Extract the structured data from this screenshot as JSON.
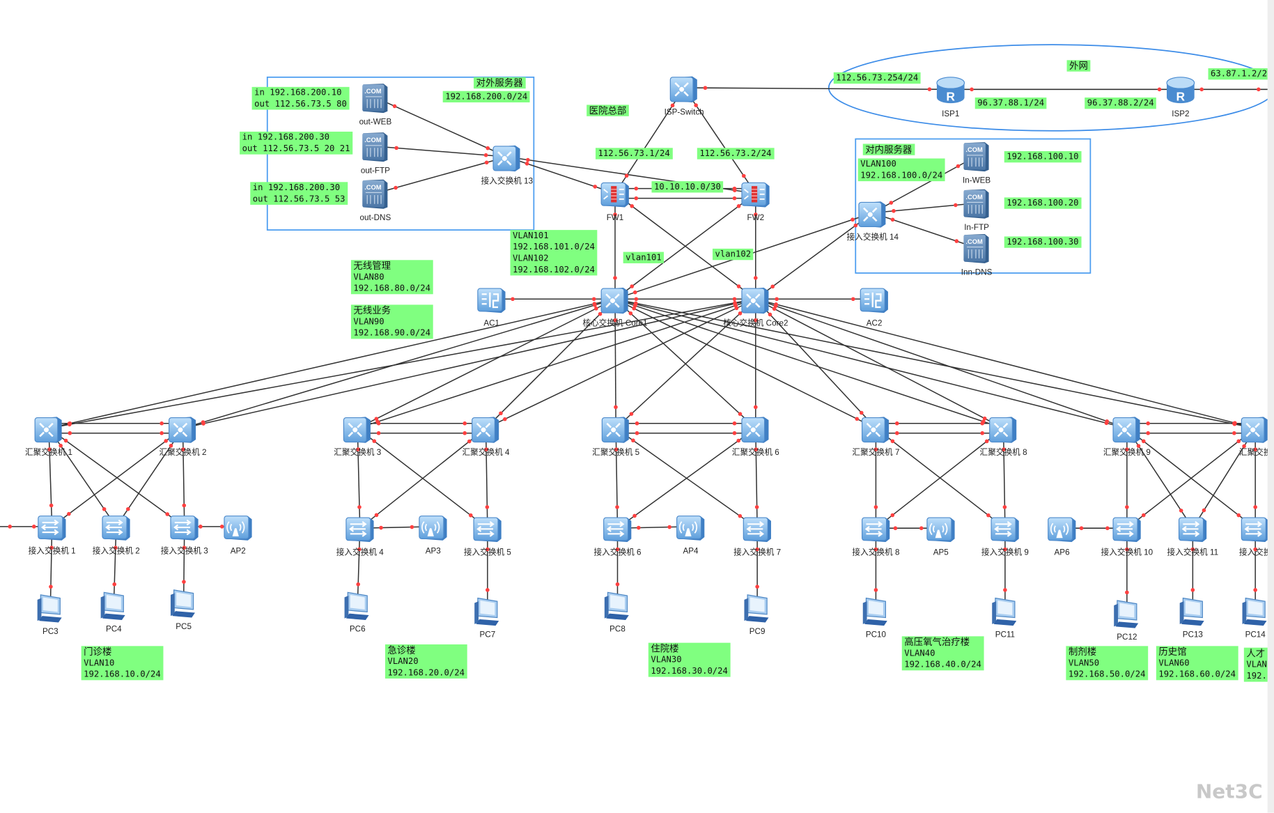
{
  "watermark": "Net3C",
  "colors": {
    "note_bg": "#80ff80",
    "frame": "#4a9cf0",
    "link": "#333333",
    "port_dot": "#ff4040",
    "device": "#5b9bd5"
  },
  "nodes": [
    {
      "id": "ispsw",
      "label": "ISP-Switch",
      "type": "switch-l3"
    },
    {
      "id": "isp1",
      "label": "ISP1",
      "type": "router"
    },
    {
      "id": "isp2",
      "label": "ISP2",
      "type": "router"
    },
    {
      "id": "fw1",
      "label": "FW1",
      "type": "firewall"
    },
    {
      "id": "fw2",
      "label": "FW2",
      "type": "firewall"
    },
    {
      "id": "core1",
      "label": "核心交换机 Core1",
      "type": "switch-l3"
    },
    {
      "id": "core2",
      "label": "核心交换机 Core2",
      "type": "switch-l3"
    },
    {
      "id": "ac1",
      "label": "AC1",
      "type": "ac"
    },
    {
      "id": "ac2",
      "label": "AC2",
      "type": "ac"
    },
    {
      "id": "sw13",
      "label": "接入交换机 13",
      "type": "switch-l3"
    },
    {
      "id": "outweb",
      "label": "out-WEB",
      "type": "server"
    },
    {
      "id": "outftp",
      "label": "out-FTP",
      "type": "server"
    },
    {
      "id": "outdns",
      "label": "out-DNS",
      "type": "server"
    },
    {
      "id": "sw14",
      "label": "接入交换机 14",
      "type": "switch-l3"
    },
    {
      "id": "inweb",
      "label": "In-WEB",
      "type": "server"
    },
    {
      "id": "inftp",
      "label": "In-FTP",
      "type": "server"
    },
    {
      "id": "indns",
      "label": "Inn-DNS",
      "type": "server"
    },
    {
      "id": "agg1",
      "label": "汇聚交换机 1",
      "type": "switch-l3"
    },
    {
      "id": "agg2",
      "label": "汇聚交换机 2",
      "type": "switch-l3"
    },
    {
      "id": "agg3",
      "label": "汇聚交换机 3",
      "type": "switch-l3"
    },
    {
      "id": "agg4",
      "label": "汇聚交换机 4",
      "type": "switch-l3"
    },
    {
      "id": "agg5",
      "label": "汇聚交换机 5",
      "type": "switch-l3"
    },
    {
      "id": "agg6",
      "label": "汇聚交换机 6",
      "type": "switch-l3"
    },
    {
      "id": "agg7",
      "label": "汇聚交换机 7",
      "type": "switch-l3"
    },
    {
      "id": "agg8",
      "label": "汇聚交换机 8",
      "type": "switch-l3"
    },
    {
      "id": "agg9",
      "label": "汇聚交换机 9",
      "type": "switch-l3"
    },
    {
      "id": "agg10",
      "label": "汇聚交换",
      "type": "switch-l3"
    },
    {
      "id": "acc1",
      "label": "接入交换机 1",
      "type": "switch-l2"
    },
    {
      "id": "acc2",
      "label": "接入交换机 2",
      "type": "switch-l2"
    },
    {
      "id": "acc3",
      "label": "接入交换机 3",
      "type": "switch-l2"
    },
    {
      "id": "acc4",
      "label": "接入交换机 4",
      "type": "switch-l2"
    },
    {
      "id": "acc5",
      "label": "接入交换机 5",
      "type": "switch-l2"
    },
    {
      "id": "acc6",
      "label": "接入交换机 6",
      "type": "switch-l2"
    },
    {
      "id": "acc7",
      "label": "接入交换机 7",
      "type": "switch-l2"
    },
    {
      "id": "acc8",
      "label": "接入交换机 8",
      "type": "switch-l2"
    },
    {
      "id": "acc9",
      "label": "接入交换机 9",
      "type": "switch-l2"
    },
    {
      "id": "acc10",
      "label": "接入交换机 10",
      "type": "switch-l2"
    },
    {
      "id": "acc11",
      "label": "接入交换机 11",
      "type": "switch-l2"
    },
    {
      "id": "acc12",
      "label": "接入交换",
      "type": "switch-l2"
    },
    {
      "id": "ap2",
      "label": "AP2",
      "type": "ap"
    },
    {
      "id": "ap3",
      "label": "AP3",
      "type": "ap"
    },
    {
      "id": "ap4",
      "label": "AP4",
      "type": "ap"
    },
    {
      "id": "ap5",
      "label": "AP5",
      "type": "ap"
    },
    {
      "id": "ap6",
      "label": "AP6",
      "type": "ap"
    },
    {
      "id": "pc3",
      "label": "PC3",
      "type": "pc"
    },
    {
      "id": "pc4",
      "label": "PC4",
      "type": "pc"
    },
    {
      "id": "pc5",
      "label": "PC5",
      "type": "pc"
    },
    {
      "id": "pc6",
      "label": "PC6",
      "type": "pc"
    },
    {
      "id": "pc7",
      "label": "PC7",
      "type": "pc"
    },
    {
      "id": "pc8",
      "label": "PC8",
      "type": "pc"
    },
    {
      "id": "pc9",
      "label": "PC9",
      "type": "pc"
    },
    {
      "id": "pc10",
      "label": "PC10",
      "type": "pc"
    },
    {
      "id": "pc11",
      "label": "PC11",
      "type": "pc"
    },
    {
      "id": "pc12",
      "label": "PC12",
      "type": "pc"
    },
    {
      "id": "pc13",
      "label": "PC13",
      "type": "pc"
    },
    {
      "id": "pc14",
      "label": "PC14",
      "type": "pc"
    }
  ],
  "links": [
    [
      "ispsw",
      "isp1"
    ],
    [
      "isp1",
      "isp2"
    ],
    [
      "isp2",
      "edge_r"
    ],
    [
      "ispsw",
      "fw1"
    ],
    [
      "ispsw",
      "fw2"
    ],
    [
      "fw1",
      "fw2"
    ],
    [
      "sw13",
      "fw1"
    ],
    [
      "sw13",
      "fw2"
    ],
    [
      "fw1",
      "core1"
    ],
    [
      "fw1",
      "core2"
    ],
    [
      "fw2",
      "core1"
    ],
    [
      "fw2",
      "core2"
    ],
    [
      "core1",
      "core2"
    ],
    [
      "ac1",
      "core1"
    ],
    [
      "ac2",
      "core2"
    ],
    [
      "sw14",
      "core1"
    ],
    [
      "sw14",
      "core2"
    ],
    [
      "sw14",
      "inweb"
    ],
    [
      "sw14",
      "inftp"
    ],
    [
      "sw14",
      "indns"
    ],
    [
      "sw13",
      "outweb"
    ],
    [
      "sw13",
      "outftp"
    ],
    [
      "sw13",
      "outdns"
    ],
    [
      "core1",
      "agg1"
    ],
    [
      "core1",
      "agg2"
    ],
    [
      "core1",
      "agg3"
    ],
    [
      "core1",
      "agg4"
    ],
    [
      "core1",
      "agg5"
    ],
    [
      "core1",
      "agg6"
    ],
    [
      "core1",
      "agg7"
    ],
    [
      "core1",
      "agg8"
    ],
    [
      "core1",
      "agg9"
    ],
    [
      "core1",
      "agg10"
    ],
    [
      "core2",
      "agg1"
    ],
    [
      "core2",
      "agg2"
    ],
    [
      "core2",
      "agg3"
    ],
    [
      "core2",
      "agg4"
    ],
    [
      "core2",
      "agg5"
    ],
    [
      "core2",
      "agg6"
    ],
    [
      "core2",
      "agg7"
    ],
    [
      "core2",
      "agg8"
    ],
    [
      "core2",
      "agg9"
    ],
    [
      "core2",
      "agg10"
    ],
    [
      "agg1",
      "agg2"
    ],
    [
      "agg3",
      "agg4"
    ],
    [
      "agg5",
      "agg6"
    ],
    [
      "agg7",
      "agg8"
    ],
    [
      "agg9",
      "agg10"
    ],
    [
      "agg1",
      "acc1"
    ],
    [
      "agg1",
      "acc2"
    ],
    [
      "agg1",
      "acc3"
    ],
    [
      "agg2",
      "acc1"
    ],
    [
      "agg2",
      "acc2"
    ],
    [
      "agg2",
      "acc3"
    ],
    [
      "agg3",
      "acc4"
    ],
    [
      "agg3",
      "acc5"
    ],
    [
      "agg4",
      "acc4"
    ],
    [
      "agg4",
      "acc5"
    ],
    [
      "agg5",
      "acc6"
    ],
    [
      "agg5",
      "acc7"
    ],
    [
      "agg6",
      "acc6"
    ],
    [
      "agg6",
      "acc7"
    ],
    [
      "agg7",
      "acc8"
    ],
    [
      "agg7",
      "acc9"
    ],
    [
      "agg8",
      "acc8"
    ],
    [
      "agg8",
      "acc9"
    ],
    [
      "agg9",
      "acc10"
    ],
    [
      "agg9",
      "acc11"
    ],
    [
      "agg9",
      "acc12"
    ],
    [
      "agg10",
      "acc10"
    ],
    [
      "agg10",
      "acc11"
    ],
    [
      "agg10",
      "acc12"
    ],
    [
      "acc1",
      "edge_l"
    ],
    [
      "ap2",
      "acc3"
    ],
    [
      "ap3",
      "acc4"
    ],
    [
      "ap4",
      "acc6"
    ],
    [
      "ap5",
      "acc8"
    ],
    [
      "ap6",
      "acc10"
    ],
    [
      "acc1",
      "pc3"
    ],
    [
      "acc2",
      "pc4"
    ],
    [
      "acc3",
      "pc5"
    ],
    [
      "acc4",
      "pc6"
    ],
    [
      "acc5",
      "pc7"
    ],
    [
      "acc6",
      "pc8"
    ],
    [
      "acc7",
      "pc9"
    ],
    [
      "acc8",
      "pc10"
    ],
    [
      "acc9",
      "pc11"
    ],
    [
      "acc10",
      "pc12"
    ],
    [
      "acc11",
      "pc13"
    ],
    [
      "acc12",
      "pc14"
    ]
  ],
  "notes": [
    {
      "id": "out_web",
      "lines": [
        "in 192.168.200.10",
        "out 112.56.73.5 80"
      ]
    },
    {
      "id": "out_ftp",
      "lines": [
        "in 192.168.200.30",
        "out 112.56.73.5 20 21"
      ]
    },
    {
      "id": "out_dns",
      "lines": [
        "in 192.168.200.30",
        "out 112.56.73.5 53"
      ]
    },
    {
      "id": "outsrv_title",
      "lines": [
        "对外服务器"
      ]
    },
    {
      "id": "outsrv_net",
      "lines": [
        "192.168.200.0/24"
      ]
    },
    {
      "id": "hq",
      "lines": [
        "医院总部"
      ]
    },
    {
      "id": "fw1_ip",
      "lines": [
        "112.56.73.1/24"
      ]
    },
    {
      "id": "fw2_ip",
      "lines": [
        "112.56.73.2/24"
      ]
    },
    {
      "id": "fw_link",
      "lines": [
        "10.10.10.0/30"
      ]
    },
    {
      "id": "ispsw_ip",
      "lines": [
        "112.56.73.254/24"
      ]
    },
    {
      "id": "ext_net",
      "lines": [
        "外网"
      ]
    },
    {
      "id": "isp1_ip",
      "lines": [
        "96.37.88.1/24"
      ]
    },
    {
      "id": "isp2_ip",
      "lines": [
        "96.37.88.2/24"
      ]
    },
    {
      "id": "isp2_ip_r",
      "lines": [
        "63.87.1.2/2"
      ]
    },
    {
      "id": "insrv_title",
      "lines": [
        "对内服务器"
      ]
    },
    {
      "id": "insrv_net",
      "lines": [
        "VLAN100",
        "192.168.100.0/24"
      ]
    },
    {
      "id": "in_web",
      "lines": [
        "192.168.100.10"
      ]
    },
    {
      "id": "in_ftp",
      "lines": [
        "192.168.100.20"
      ]
    },
    {
      "id": "in_dns",
      "lines": [
        "192.168.100.30"
      ]
    },
    {
      "id": "vlan101_102",
      "lines": [
        "VLAN101",
        "192.168.101.0/24",
        "VLAN102",
        "192.168.102.0/24"
      ]
    },
    {
      "id": "vlan101",
      "lines": [
        "vlan101"
      ]
    },
    {
      "id": "vlan102",
      "lines": [
        "vlan102"
      ]
    },
    {
      "id": "wlan_mgmt",
      "lines": [
        "无线管理",
        "VLAN80",
        "192.168.80.0/24"
      ]
    },
    {
      "id": "wlan_biz",
      "lines": [
        "无线业务",
        "VLAN90",
        "192.168.90.0/24"
      ]
    },
    {
      "id": "bld_outpatient",
      "lines": [
        "门诊楼",
        "VLAN10",
        "192.168.10.0/24"
      ]
    },
    {
      "id": "bld_emergency",
      "lines": [
        "急诊楼",
        "VLAN20",
        "192.168.20.0/24"
      ]
    },
    {
      "id": "bld_inpatient",
      "lines": [
        "住院楼",
        "VLAN30",
        "192.168.30.0/24"
      ]
    },
    {
      "id": "bld_oxygen",
      "lines": [
        "高压氧气治疗楼",
        "VLAN40",
        "192.168.40.0/24"
      ]
    },
    {
      "id": "bld_pharmacy",
      "lines": [
        "制剂楼",
        "VLAN50",
        "192.168.50.0/24"
      ]
    },
    {
      "id": "bld_history",
      "lines": [
        "历史馆",
        "VLAN60",
        "192.168.60.0/24"
      ]
    },
    {
      "id": "bld_talent",
      "lines": [
        "人才",
        "VLAN",
        "192."
      ]
    }
  ]
}
